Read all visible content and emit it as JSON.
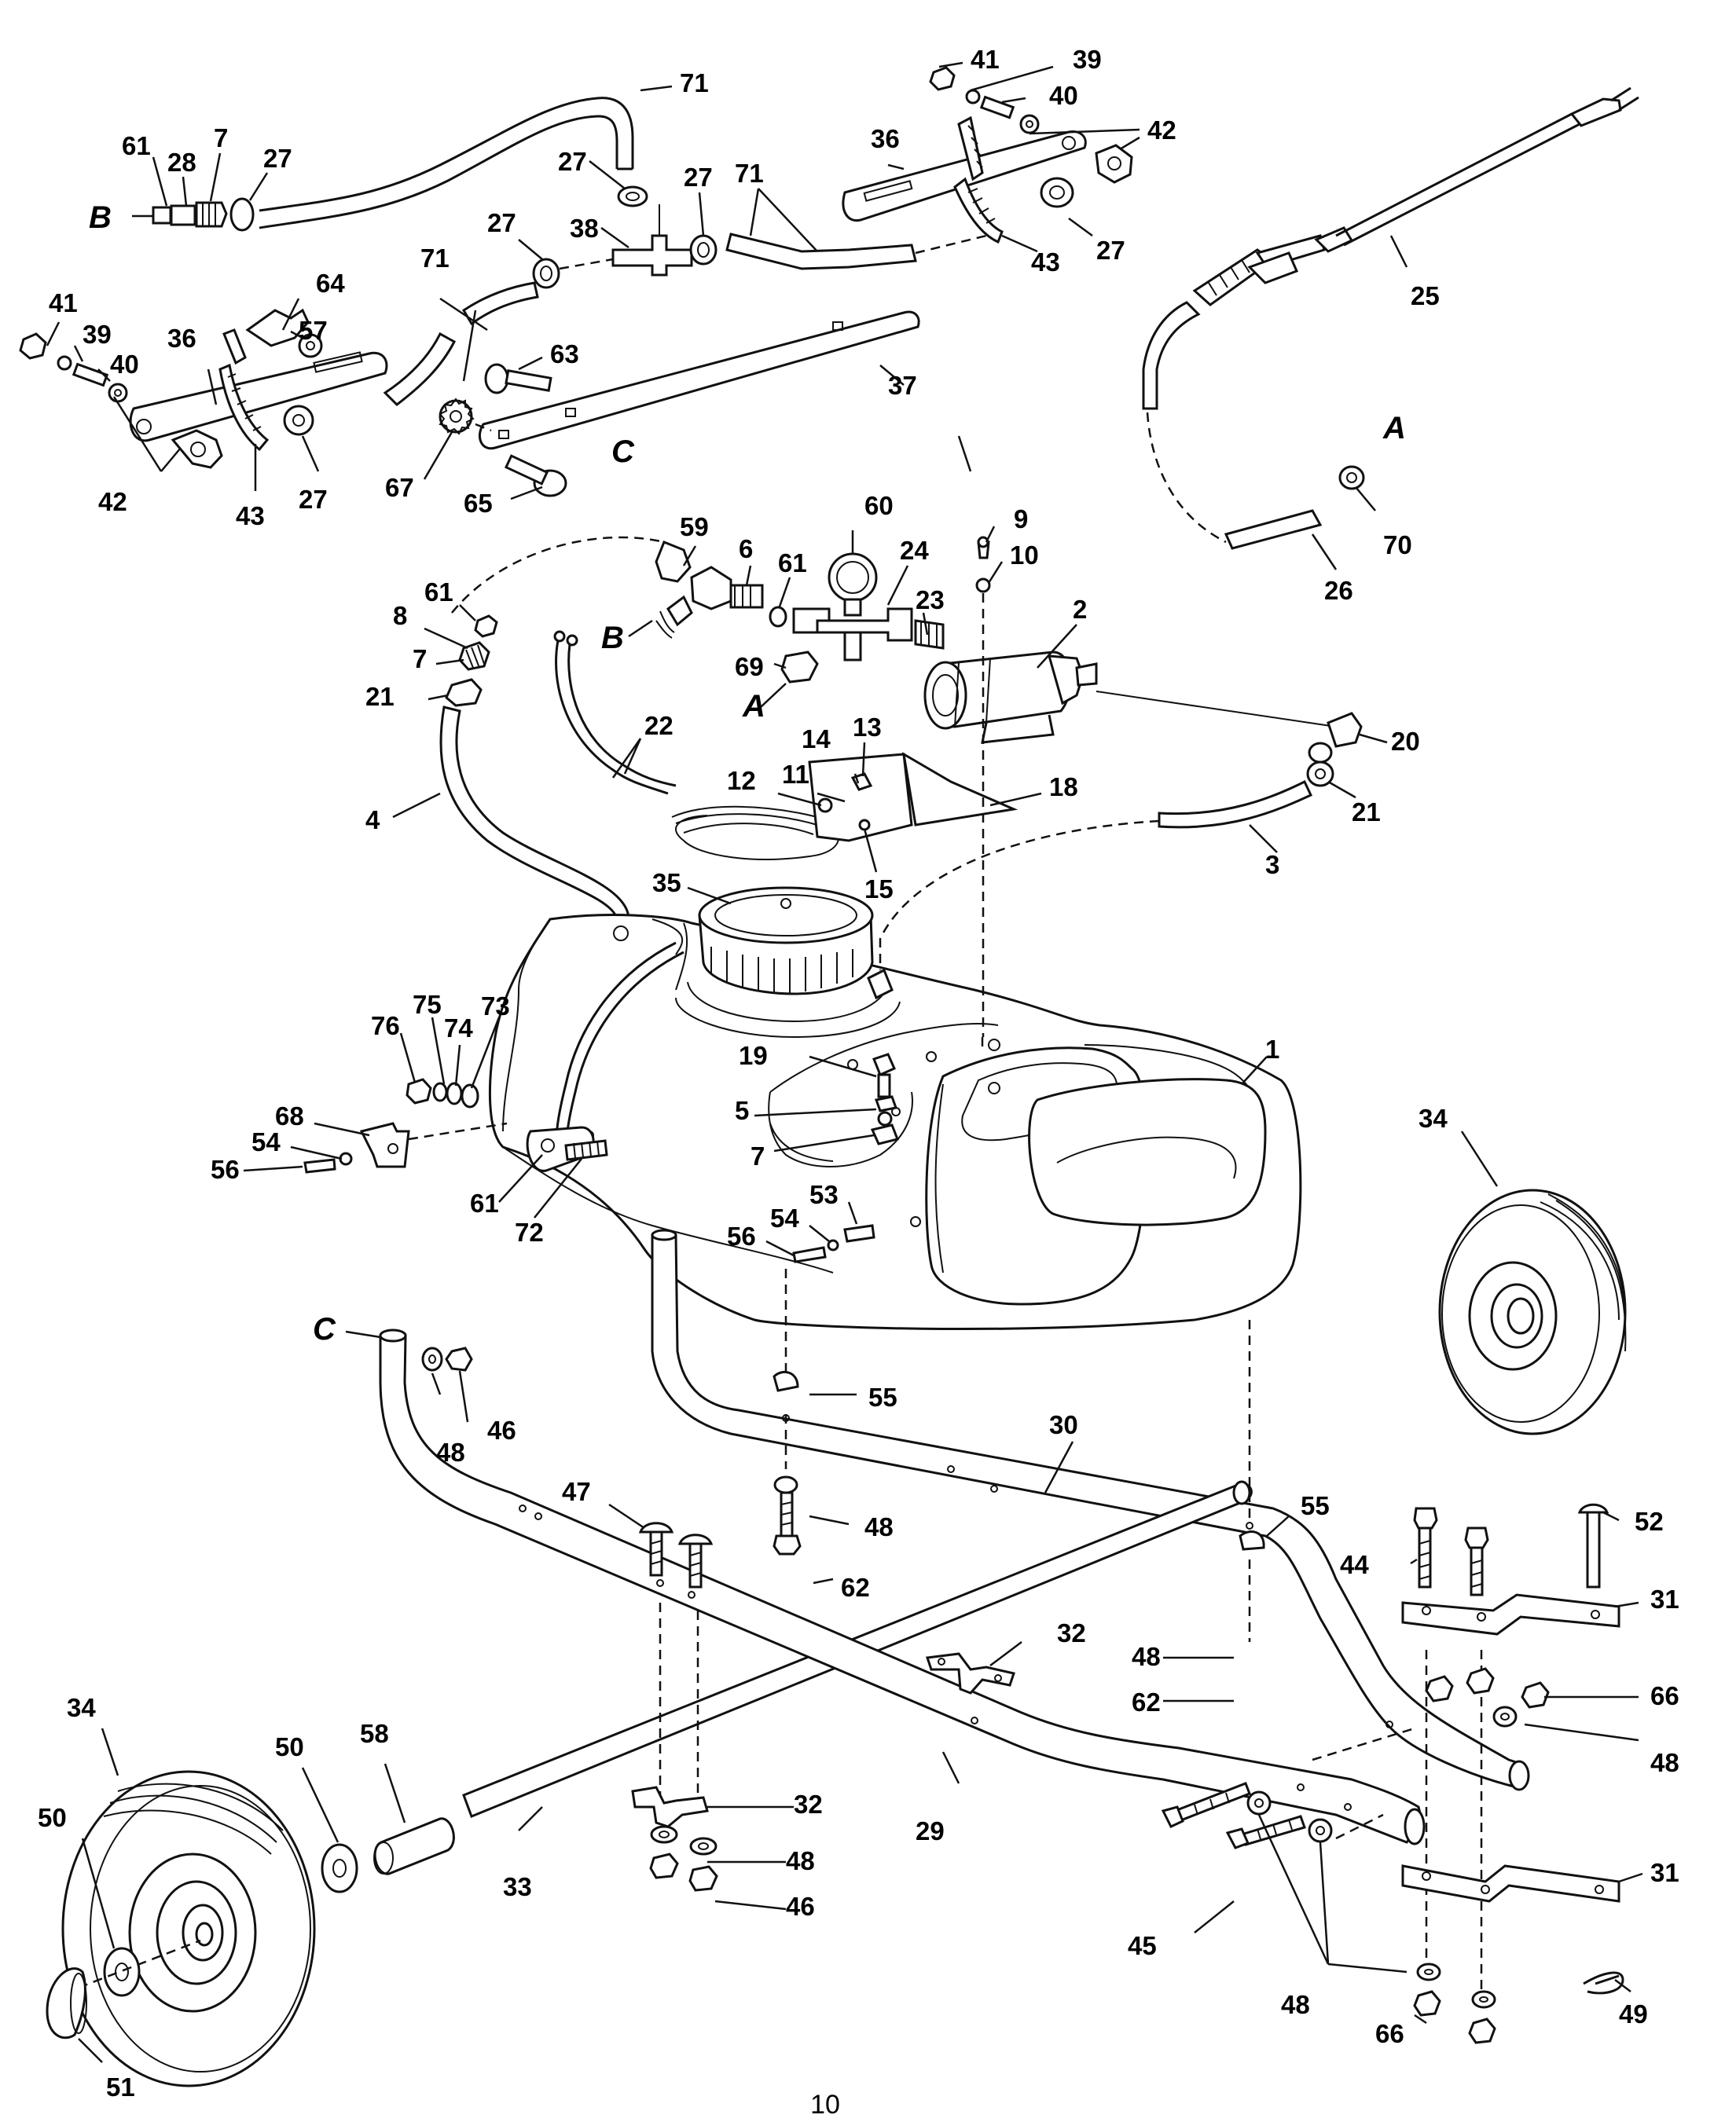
{
  "page_number": "10",
  "callouts": [
    {
      "id": "c71a",
      "text": "71"
    },
    {
      "id": "c41a",
      "text": "41"
    },
    {
      "id": "c39a",
      "text": "39"
    },
    {
      "id": "c40a",
      "text": "40"
    },
    {
      "id": "c42a",
      "text": "42"
    },
    {
      "id": "c61a",
      "text": "61"
    },
    {
      "id": "c28",
      "text": "28"
    },
    {
      "id": "c7a",
      "text": "7"
    },
    {
      "id": "c27a",
      "text": "27"
    },
    {
      "id": "c27b",
      "text": "27"
    },
    {
      "id": "c27c",
      "text": "27"
    },
    {
      "id": "c71b",
      "text": "71"
    },
    {
      "id": "c36a",
      "text": "36"
    },
    {
      "id": "c27d",
      "text": "27"
    },
    {
      "id": "c38",
      "text": "38"
    },
    {
      "id": "c43a",
      "text": "43"
    },
    {
      "id": "c27e",
      "text": "27"
    },
    {
      "id": "c71c",
      "text": "71"
    },
    {
      "id": "c25",
      "text": "25"
    },
    {
      "id": "c64",
      "text": "64"
    },
    {
      "id": "c41b",
      "text": "41"
    },
    {
      "id": "c39b",
      "text": "39"
    },
    {
      "id": "c36b",
      "text": "36"
    },
    {
      "id": "c57",
      "text": "57"
    },
    {
      "id": "c40b",
      "text": "40"
    },
    {
      "id": "c63",
      "text": "63"
    },
    {
      "id": "c37",
      "text": "37"
    },
    {
      "id": "c42b",
      "text": "42"
    },
    {
      "id": "c43b",
      "text": "43"
    },
    {
      "id": "c27f",
      "text": "27"
    },
    {
      "id": "c67",
      "text": "67"
    },
    {
      "id": "c65",
      "text": "65"
    },
    {
      "id": "c70",
      "text": "70"
    },
    {
      "id": "c26",
      "text": "26"
    },
    {
      "id": "c60",
      "text": "60"
    },
    {
      "id": "c9",
      "text": "9"
    },
    {
      "id": "c59",
      "text": "59"
    },
    {
      "id": "c6",
      "text": "6"
    },
    {
      "id": "c61b",
      "text": "61"
    },
    {
      "id": "c24",
      "text": "24"
    },
    {
      "id": "c10",
      "text": "10"
    },
    {
      "id": "c2",
      "text": "2"
    },
    {
      "id": "c23",
      "text": "23"
    },
    {
      "id": "c61c",
      "text": "61"
    },
    {
      "id": "c8",
      "text": "8"
    },
    {
      "id": "c7b",
      "text": "7"
    },
    {
      "id": "c21a",
      "text": "21"
    },
    {
      "id": "c69",
      "text": "69"
    },
    {
      "id": "c20",
      "text": "20"
    },
    {
      "id": "c22",
      "text": "22"
    },
    {
      "id": "c13",
      "text": "13"
    },
    {
      "id": "c14",
      "text": "14"
    },
    {
      "id": "c11",
      "text": "11"
    },
    {
      "id": "c12",
      "text": "12"
    },
    {
      "id": "c18",
      "text": "18"
    },
    {
      "id": "c21b",
      "text": "21"
    },
    {
      "id": "c4",
      "text": "4"
    },
    {
      "id": "c15",
      "text": "15"
    },
    {
      "id": "c3",
      "text": "3"
    },
    {
      "id": "c35",
      "text": "35"
    },
    {
      "id": "c75",
      "text": "75"
    },
    {
      "id": "c73",
      "text": "73"
    },
    {
      "id": "c76",
      "text": "76"
    },
    {
      "id": "c74",
      "text": "74"
    },
    {
      "id": "c19",
      "text": "19"
    },
    {
      "id": "c1",
      "text": "1"
    },
    {
      "id": "c34a",
      "text": "34"
    },
    {
      "id": "c68",
      "text": "68"
    },
    {
      "id": "c5",
      "text": "5"
    },
    {
      "id": "c54a",
      "text": "54"
    },
    {
      "id": "c7c",
      "text": "7"
    },
    {
      "id": "c56a",
      "text": "56"
    },
    {
      "id": "c61d",
      "text": "61"
    },
    {
      "id": "c72",
      "text": "72"
    },
    {
      "id": "c53",
      "text": "53"
    },
    {
      "id": "c54b",
      "text": "54"
    },
    {
      "id": "c56b",
      "text": "56"
    },
    {
      "id": "c55a",
      "text": "55"
    },
    {
      "id": "c46a",
      "text": "46"
    },
    {
      "id": "c48a",
      "text": "48"
    },
    {
      "id": "c30",
      "text": "30"
    },
    {
      "id": "c47",
      "text": "47"
    },
    {
      "id": "c48b",
      "text": "48"
    },
    {
      "id": "c55b",
      "text": "55"
    },
    {
      "id": "c52",
      "text": "52"
    },
    {
      "id": "c44",
      "text": "44"
    },
    {
      "id": "c62a",
      "text": "62"
    },
    {
      "id": "c31a",
      "text": "31"
    },
    {
      "id": "c32a",
      "text": "32"
    },
    {
      "id": "c48c",
      "text": "48"
    },
    {
      "id": "c62b",
      "text": "62"
    },
    {
      "id": "c66a",
      "text": "66"
    },
    {
      "id": "c34b",
      "text": "34"
    },
    {
      "id": "c50a",
      "text": "50"
    },
    {
      "id": "c58",
      "text": "58"
    },
    {
      "id": "c48d",
      "text": "48"
    },
    {
      "id": "c50b",
      "text": "50"
    },
    {
      "id": "c32b",
      "text": "32"
    },
    {
      "id": "c48e",
      "text": "48"
    },
    {
      "id": "c29",
      "text": "29"
    },
    {
      "id": "c33",
      "text": "33"
    },
    {
      "id": "c46b",
      "text": "46"
    },
    {
      "id": "c31b",
      "text": "31"
    },
    {
      "id": "c45",
      "text": "45"
    },
    {
      "id": "c48f",
      "text": "48"
    },
    {
      "id": "c66b",
      "text": "66"
    },
    {
      "id": "c49",
      "text": "49"
    },
    {
      "id": "c51",
      "text": "51"
    }
  ],
  "connection_refs": [
    {
      "id": "rB1",
      "text": "B"
    },
    {
      "id": "rC1",
      "text": "C"
    },
    {
      "id": "rA1",
      "text": "A"
    },
    {
      "id": "rB2",
      "text": "B"
    },
    {
      "id": "rA2",
      "text": "A"
    },
    {
      "id": "rC2",
      "text": "C"
    }
  ]
}
